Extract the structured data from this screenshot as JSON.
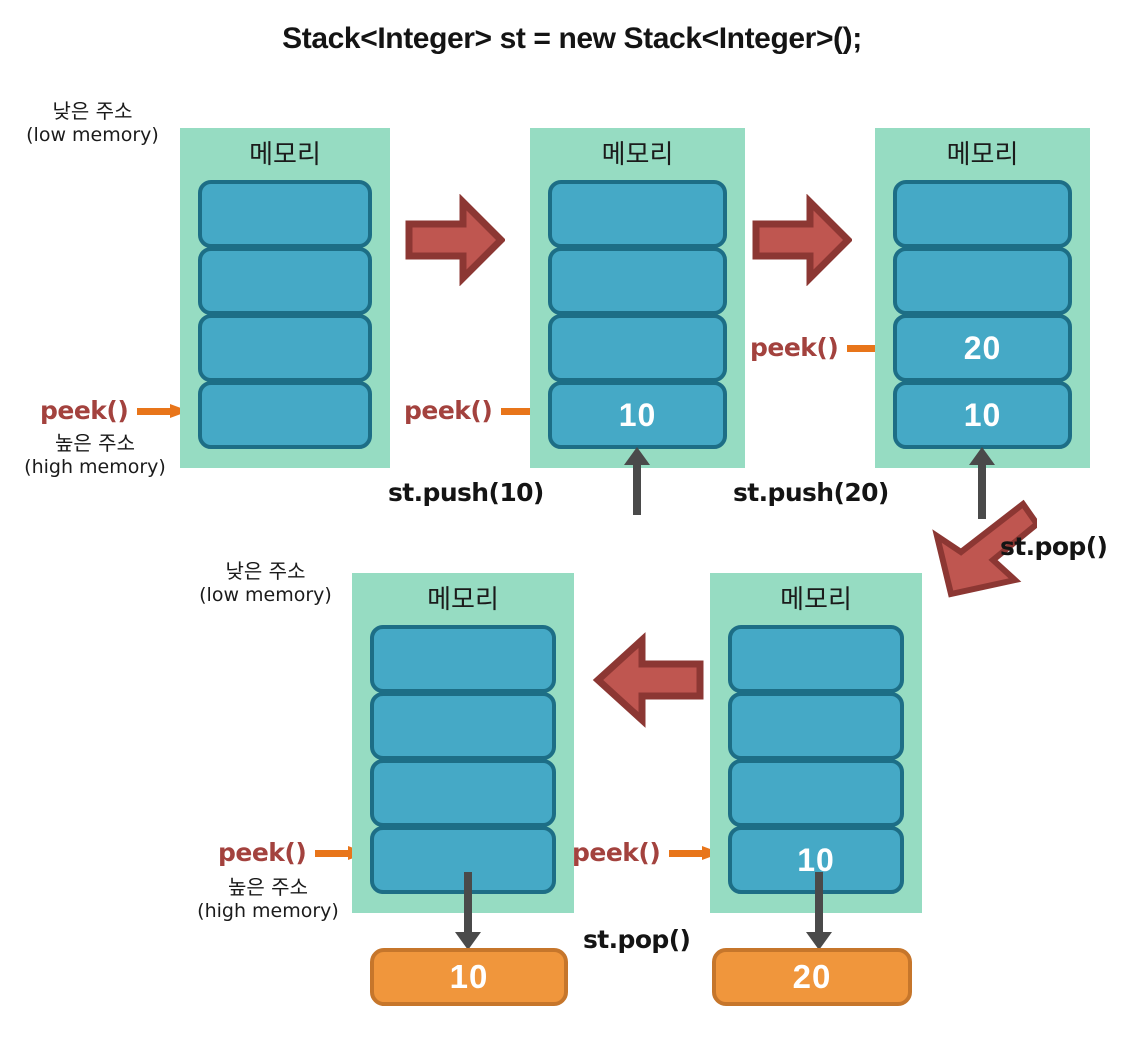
{
  "title": "Stack<Integer> st = new Stack<Integer>();",
  "colors": {
    "memory_frame": "#96DCC2",
    "cell_fill": "#45A9C6",
    "cell_border": "#1D6E86",
    "red_arrow": "#BF5650",
    "red_arrow_border": "#8C3733",
    "orange_arrow": "#E8751A",
    "peek_text": "#A3423E",
    "gray_arrow": "#4A4A4A",
    "out_box_fill": "#F0963C",
    "out_box_border": "#C6762B"
  },
  "labels": {
    "memory": "메모리",
    "low_ko": "낮은 주소",
    "low_en": "(low memory)",
    "high_ko": "높은 주소",
    "high_en": "(high memory)",
    "peek": "peek()",
    "push10": "st.push(10)",
    "push20": "st.push(20)",
    "pop_top": "st.pop()",
    "pop_bottom": "st.pop()"
  },
  "stacks": [
    {
      "id": "stack-1",
      "row": "top",
      "cells": [
        "",
        "",
        "",
        ""
      ]
    },
    {
      "id": "stack-2",
      "row": "top",
      "cells": [
        "",
        "",
        "",
        "10"
      ]
    },
    {
      "id": "stack-3",
      "row": "top",
      "cells": [
        "",
        "",
        "20",
        "10"
      ]
    },
    {
      "id": "stack-4",
      "row": "bottom",
      "cells": [
        "",
        "",
        "",
        ""
      ]
    },
    {
      "id": "stack-5",
      "row": "bottom",
      "cells": [
        "",
        "",
        "",
        "10"
      ]
    }
  ],
  "outputs": [
    {
      "id": "output-10",
      "value": "10"
    },
    {
      "id": "output-20",
      "value": "20"
    }
  ]
}
